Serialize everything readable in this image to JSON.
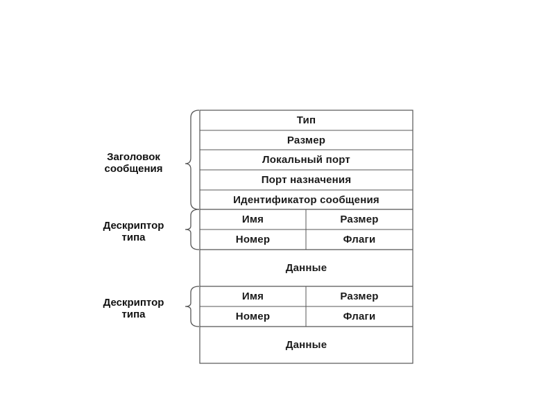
{
  "header_fields": [
    "Тип",
    "Размер",
    "Локальный порт",
    "Порт назначения",
    "Идентификатор сообщения"
  ],
  "groups": [
    {
      "label_lines": [
        "Заголовок",
        "сообщения"
      ]
    },
    {
      "label_lines": [
        "Дескриптор",
        "типа"
      ],
      "descriptor": {
        "name": "Имя",
        "size": "Размер",
        "number": "Номер",
        "flags": "Флаги"
      },
      "data": "Данные"
    },
    {
      "label_lines": [
        "Дескриптор",
        "типа"
      ],
      "descriptor": {
        "name": "Имя",
        "size": "Размер",
        "number": "Номер",
        "flags": "Флаги"
      },
      "data": "Данные"
    }
  ],
  "colors": {
    "line": "#555555",
    "text": "#1a1a1a",
    "background": "#ffffff"
  }
}
